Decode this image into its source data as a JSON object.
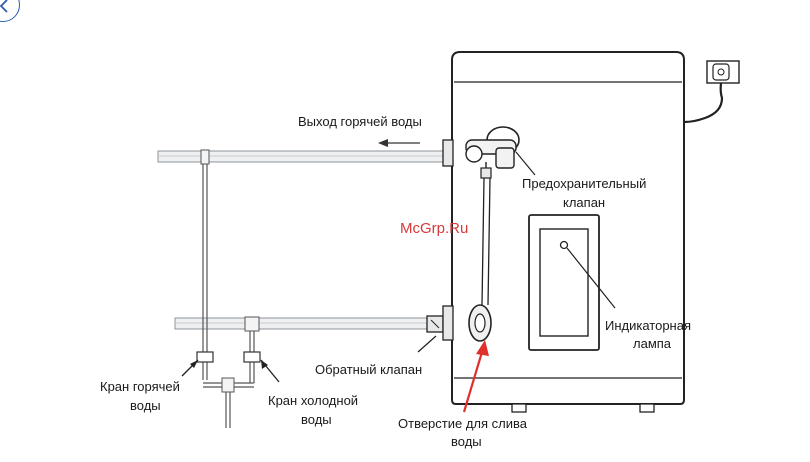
{
  "watermark": "McGrp.Ru",
  "nav": {
    "back_icon": "chevron-left-icon"
  },
  "labels": {
    "hot_water_outlet": "Выход горячей воды",
    "safety_valve_1": "Предохранительный",
    "safety_valve_2": "клапан",
    "indicator_lamp_1": "Индикаторная",
    "indicator_lamp_2": "лампа",
    "check_valve": "Обратный клапан",
    "hot_tap_1": "Кран горячей",
    "hot_tap_2": "воды",
    "cold_tap_1": "Кран холодной",
    "cold_tap_2": "воды",
    "drain_hole_1": "Отверстие для слива",
    "drain_hole_2": "воды"
  },
  "colors": {
    "line": "#2b2b2b",
    "pipe": "#b9bec4",
    "accent_arrow": "#e0302a",
    "watermark": "#d63a3a",
    "back_button": "#2a5db0"
  }
}
